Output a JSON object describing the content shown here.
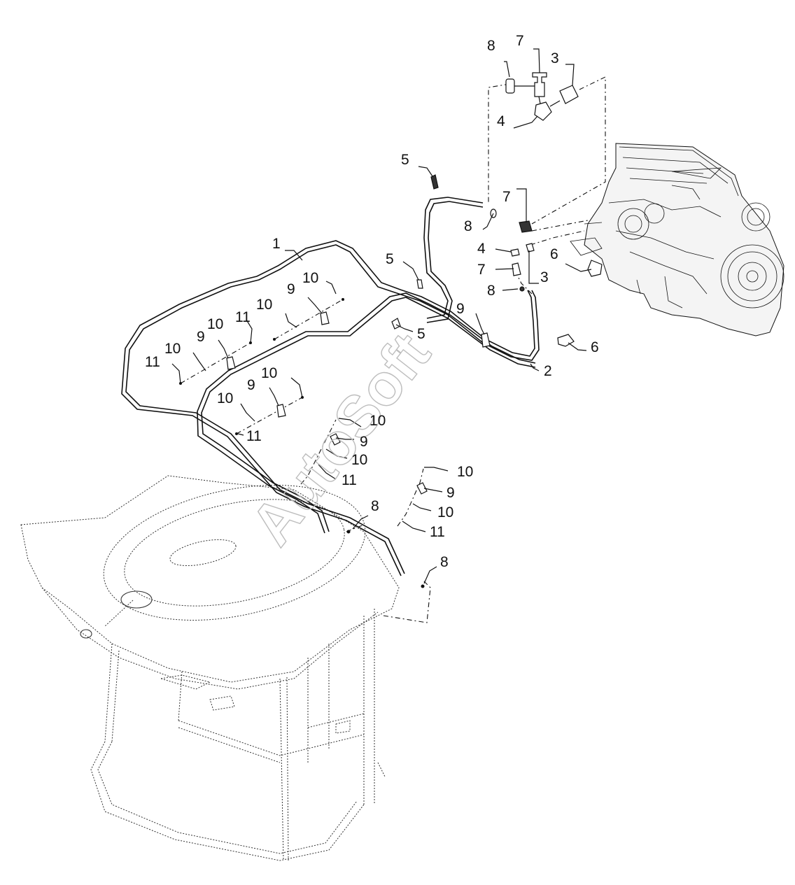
{
  "watermark": "AutoSoft",
  "callouts": [
    {
      "id": "c8a",
      "text": "8"
    },
    {
      "id": "c7a",
      "text": "7"
    },
    {
      "id": "c3a",
      "text": "3"
    },
    {
      "id": "c4a",
      "text": "4"
    },
    {
      "id": "c5a",
      "text": "5"
    },
    {
      "id": "c7b",
      "text": "7"
    },
    {
      "id": "c8b",
      "text": "8"
    },
    {
      "id": "c4b",
      "text": "4"
    },
    {
      "id": "c6a",
      "text": "6"
    },
    {
      "id": "c7c",
      "text": "7"
    },
    {
      "id": "c3b",
      "text": "3"
    },
    {
      "id": "c8c",
      "text": "8"
    },
    {
      "id": "c1",
      "text": "1"
    },
    {
      "id": "c5b",
      "text": "5"
    },
    {
      "id": "c5c",
      "text": "5"
    },
    {
      "id": "c9a",
      "text": "9"
    },
    {
      "id": "c6b",
      "text": "6"
    },
    {
      "id": "c2",
      "text": "2"
    },
    {
      "id": "c10a",
      "text": "10"
    },
    {
      "id": "c9b",
      "text": "9"
    },
    {
      "id": "c10b",
      "text": "10"
    },
    {
      "id": "c11a",
      "text": "11"
    },
    {
      "id": "c10c",
      "text": "10"
    },
    {
      "id": "c9c",
      "text": "9"
    },
    {
      "id": "c10d",
      "text": "10"
    },
    {
      "id": "c11b",
      "text": "11"
    },
    {
      "id": "c10e",
      "text": "10"
    },
    {
      "id": "c9d",
      "text": "9"
    },
    {
      "id": "c10f",
      "text": "10"
    },
    {
      "id": "c11c",
      "text": "11"
    },
    {
      "id": "c10g",
      "text": "10"
    },
    {
      "id": "c9e",
      "text": "9"
    },
    {
      "id": "c10h",
      "text": "10"
    },
    {
      "id": "c11d",
      "text": "11"
    },
    {
      "id": "c10i",
      "text": "10"
    },
    {
      "id": "c9f",
      "text": "9"
    },
    {
      "id": "c10j",
      "text": "10"
    },
    {
      "id": "c11e",
      "text": "11"
    },
    {
      "id": "c8d",
      "text": "8"
    },
    {
      "id": "c8e",
      "text": "8"
    }
  ]
}
